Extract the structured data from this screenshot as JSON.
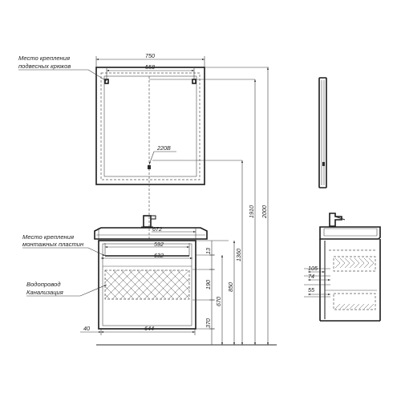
{
  "labels": {
    "hooks_line1": "Место крепления",
    "hooks_line2": "подвесных крюков",
    "plates_line1": "Место крепления",
    "plates_line2": "монтажных пластин",
    "water_line1": "Водопровод",
    "water_line2": "Канализация",
    "voltage": "220В"
  },
  "dimensions": {
    "mirror_width": "750",
    "hooks_spacing": "558",
    "cabinet_672": "672",
    "plates_592": "592",
    "plates_632": "632",
    "cabinet_644": "644",
    "offset_40": "40",
    "v_13": "13",
    "v_190": "190",
    "v_370": "370",
    "v_670": "670",
    "v_850": "850",
    "v_1360": "1360",
    "v_1910": "1910",
    "v_2000": "2000",
    "side_105": "105",
    "side_74": "74",
    "side_55": "55"
  }
}
